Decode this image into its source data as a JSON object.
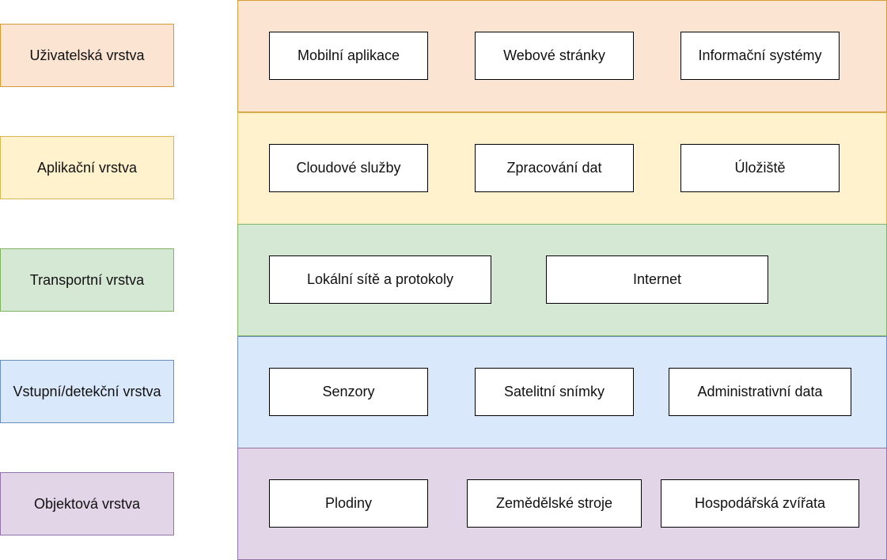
{
  "colors": {
    "user_fill": "#fce4d2",
    "user_stroke": "#d79b3a",
    "app_fill": "#fff2cc",
    "app_stroke": "#d6b656",
    "transport_fill": "#d5e8d4",
    "transport_stroke": "#82b366",
    "input_fill": "#dae8fc",
    "input_stroke": "#6c8ebf",
    "object_fill": "#e1d5e7",
    "object_stroke": "#9673a6"
  },
  "layers": [
    {
      "name": "Uživatelská vrstva",
      "items": [
        "Mobilní aplikace",
        "Webové stránky",
        "Informační systémy"
      ]
    },
    {
      "name": "Aplikační vrstva",
      "items": [
        "Cloudové služby",
        "Zpracování dat",
        "Úložiště"
      ]
    },
    {
      "name": "Transportní vrstva",
      "items": [
        "Lokální sítě a protokoly",
        "Internet"
      ]
    },
    {
      "name": "Vstupní/detekční vrstva",
      "items": [
        "Senzory",
        "Satelitní snímky",
        "Administrativní data"
      ]
    },
    {
      "name": "Objektová vrstva",
      "items": [
        "Plodiny",
        "Zemědělské stroje",
        "Hospodářská zvířata"
      ]
    }
  ]
}
